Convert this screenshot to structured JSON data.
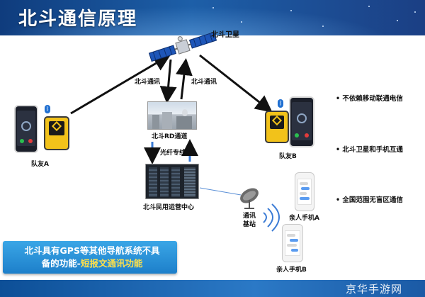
{
  "header": {
    "title": "北斗通信原理"
  },
  "satellite": {
    "label": "北斗卫星"
  },
  "links": {
    "left_link_label": "北斗通讯",
    "right_link_label": "北斗通讯",
    "fiber_label": "光纤专线"
  },
  "nodes": {
    "rd_channel": "北斗RD通道",
    "ops_center": "北斗民用运营中心",
    "base_station_line1": "通讯",
    "base_station_line2": "基站",
    "teammate_a": "队友A",
    "teammate_b": "队友B",
    "relative_a": "亲人手机A",
    "relative_b": "亲人手机B"
  },
  "features": [
    "• 不依赖移动联通电信",
    "• 北斗卫星和手机互通",
    "• 全国范围无盲区通信"
  ],
  "banner": {
    "line1": "北斗具有GPS等其他导航系统不具",
    "line2_prefix": "备的功能-",
    "line2_highlight": "短报文通讯功能"
  },
  "watermark": "京华手游网",
  "colors": {
    "header_blue": "#1d5fa8",
    "banner_blue": "#2a92da",
    "highlight_yellow": "#ffe04a",
    "device_yellow": "#f2c21a",
    "arrow": "#111111"
  }
}
